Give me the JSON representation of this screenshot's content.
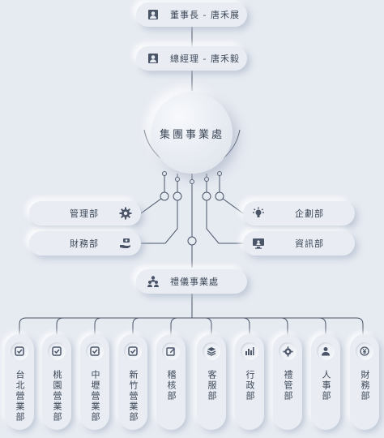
{
  "top_nodes": [
    {
      "label": "董事長 - 唐禾展",
      "icon": "user-icon"
    },
    {
      "label": "總經理 - 唐禾毅",
      "icon": "user-icon"
    }
  ],
  "group_office": {
    "label": "集團事業處"
  },
  "left_depts": [
    {
      "label": "管理部",
      "icon": "gear-icon"
    },
    {
      "label": "財務部",
      "icon": "money-hand-icon"
    }
  ],
  "right_depts": [
    {
      "label": "企劃部",
      "icon": "lightbulb-icon"
    },
    {
      "label": "資訊部",
      "icon": "monitor-icon"
    }
  ],
  "gift_office": {
    "label": "禮儀事業處",
    "icon": "org-chart-icon"
  },
  "sub_depts": [
    {
      "label": "台北營業部",
      "icon": "check-icon"
    },
    {
      "label": "桃園營業部",
      "icon": "check-icon"
    },
    {
      "label": "中壢營業部",
      "icon": "check-icon"
    },
    {
      "label": "新竹營業部",
      "icon": "check-icon"
    },
    {
      "label": "稽核部",
      "icon": "edit-icon"
    },
    {
      "label": "客服部",
      "icon": "layers-icon"
    },
    {
      "label": "行政部",
      "icon": "bar-chart-icon"
    },
    {
      "label": "禮管部",
      "icon": "gear-icon"
    },
    {
      "label": "人事部",
      "icon": "person-icon"
    },
    {
      "label": "財務部",
      "icon": "yen-icon"
    }
  ],
  "colors": {
    "background": "#e6eaf1",
    "icon": "#4a5568",
    "line": "#4a5568"
  }
}
